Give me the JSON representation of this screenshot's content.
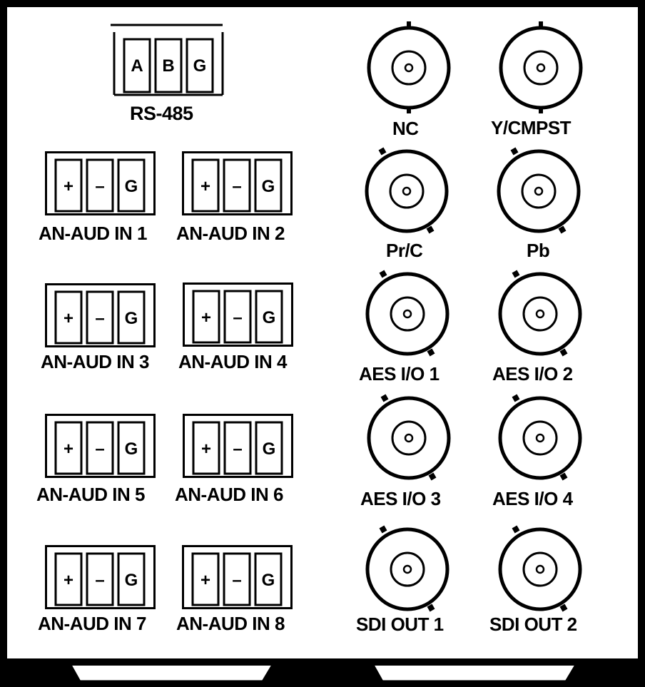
{
  "rs485": {
    "label": "RS-485",
    "pins": [
      "A",
      "B",
      "G"
    ]
  },
  "terminal_pins": [
    "+",
    "–",
    "G"
  ],
  "audio_inputs": [
    {
      "label": "AN-AUD IN 1"
    },
    {
      "label": "AN-AUD IN 2"
    },
    {
      "label": "AN-AUD IN 3"
    },
    {
      "label": "AN-AUD IN 4"
    },
    {
      "label": "AN-AUD IN 5"
    },
    {
      "label": "AN-AUD IN 6"
    },
    {
      "label": "AN-AUD IN 7"
    },
    {
      "label": "AN-AUD IN 8"
    }
  ],
  "bnc_connectors": [
    {
      "label": "NC"
    },
    {
      "label": "Y/CMPST"
    },
    {
      "label": "Pr/C"
    },
    {
      "label": "Pb"
    },
    {
      "label": "AES I/O 1"
    },
    {
      "label": "AES I/O 2"
    },
    {
      "label": "AES I/O 3"
    },
    {
      "label": "AES I/O 4"
    },
    {
      "label": "SDI OUT 1"
    },
    {
      "label": "SDI OUT 2"
    }
  ]
}
